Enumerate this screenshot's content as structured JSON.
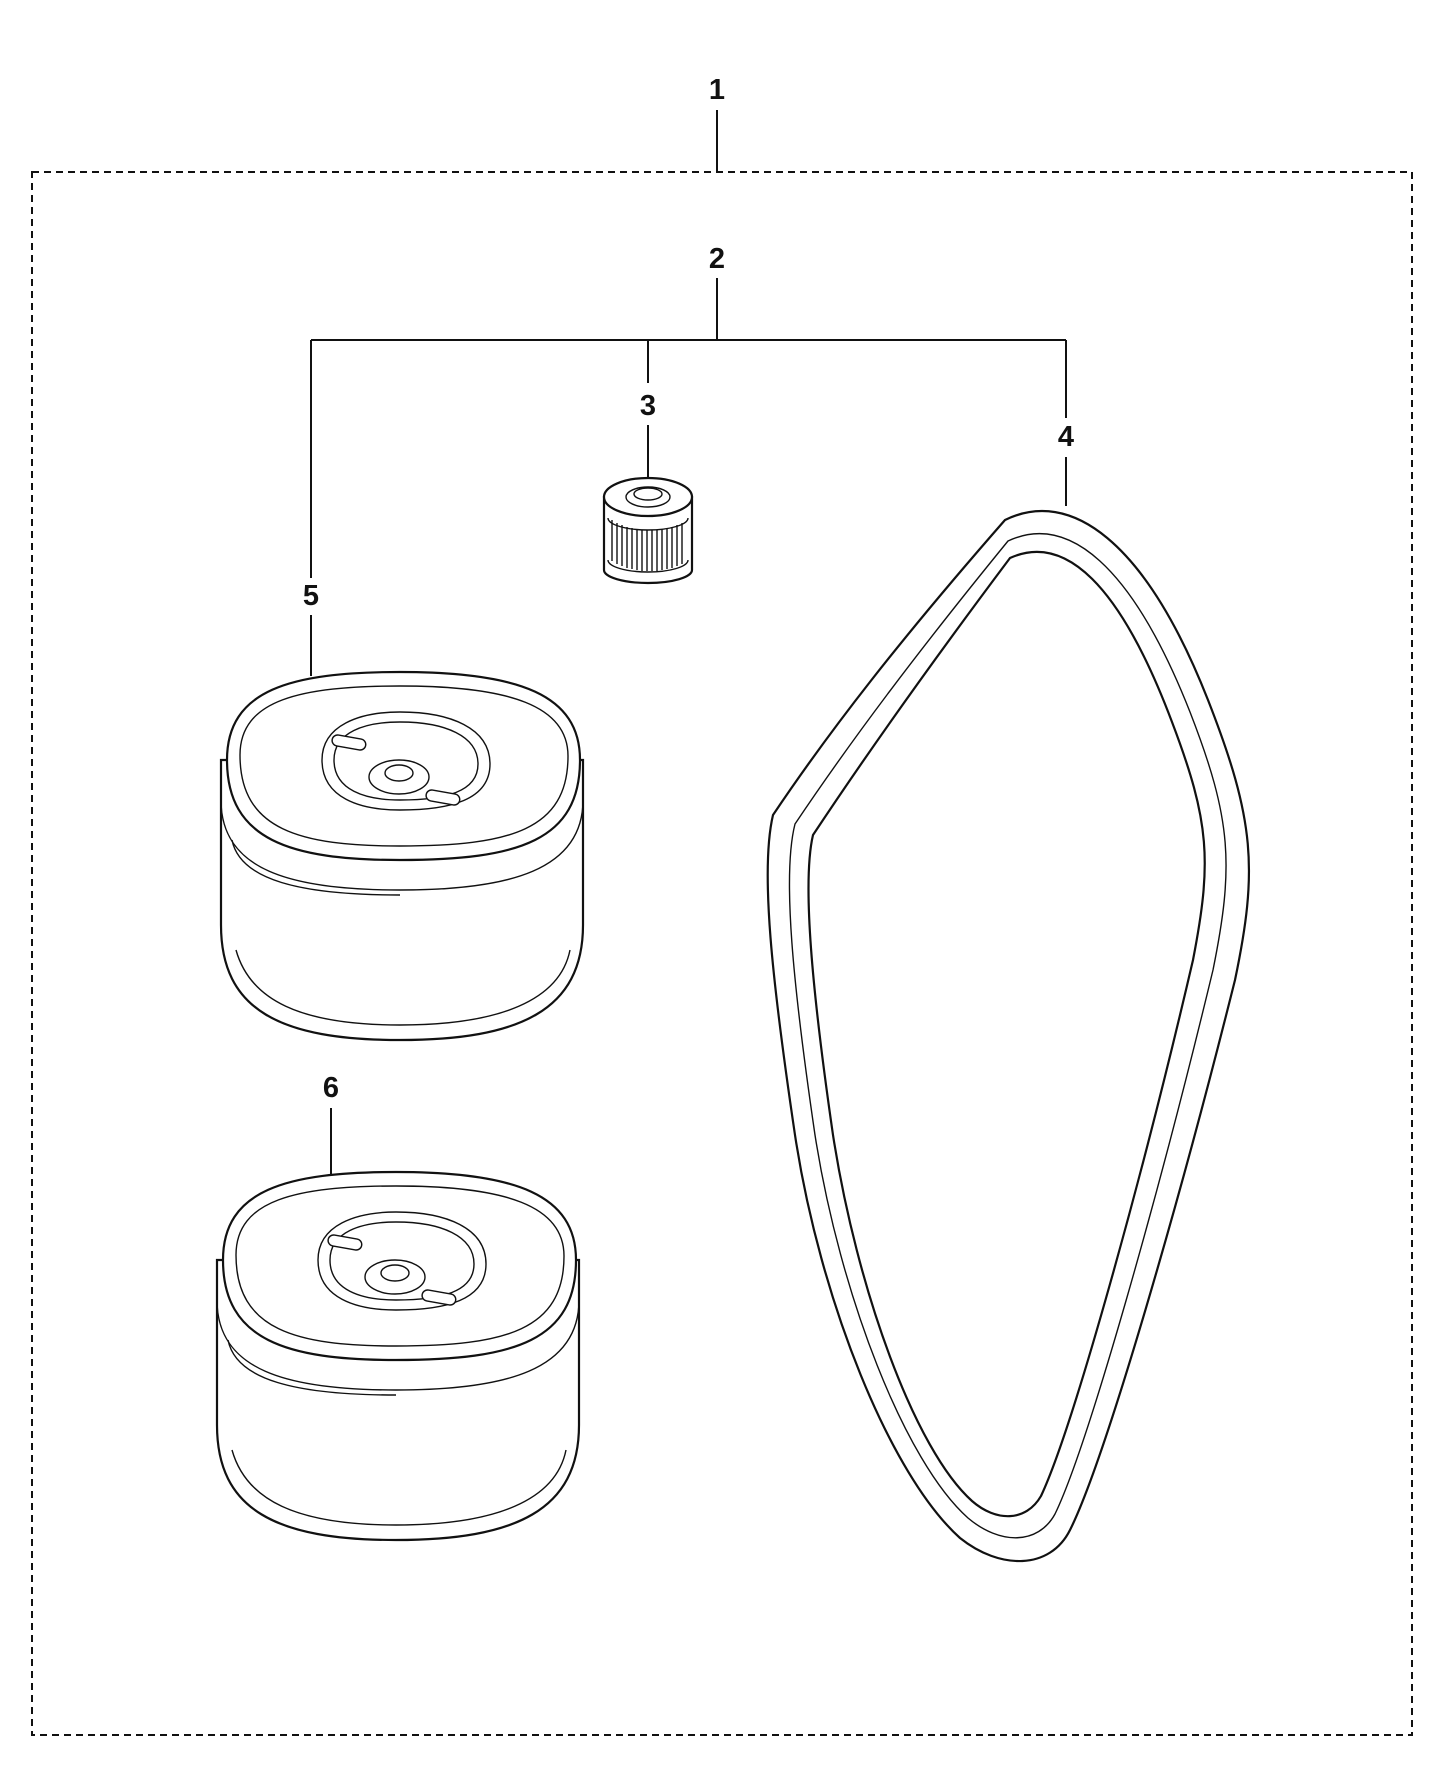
{
  "callouts": [
    {
      "id": "1",
      "label": "1"
    },
    {
      "id": "2",
      "label": "2"
    },
    {
      "id": "3",
      "label": "3"
    },
    {
      "id": "4",
      "label": "4"
    },
    {
      "id": "5",
      "label": "5"
    },
    {
      "id": "6",
      "label": "6"
    }
  ],
  "colors": {
    "line": "#111111",
    "background": "#ffffff"
  },
  "parts": [
    {
      "callout": "3",
      "icon": "cylindrical-fuel-filter-icon"
    },
    {
      "callout": "4",
      "icon": "drive-belt-icon"
    },
    {
      "callout": "5",
      "icon": "oval-air-filter-icon"
    },
    {
      "callout": "6",
      "icon": "oval-air-filter-icon"
    }
  ]
}
